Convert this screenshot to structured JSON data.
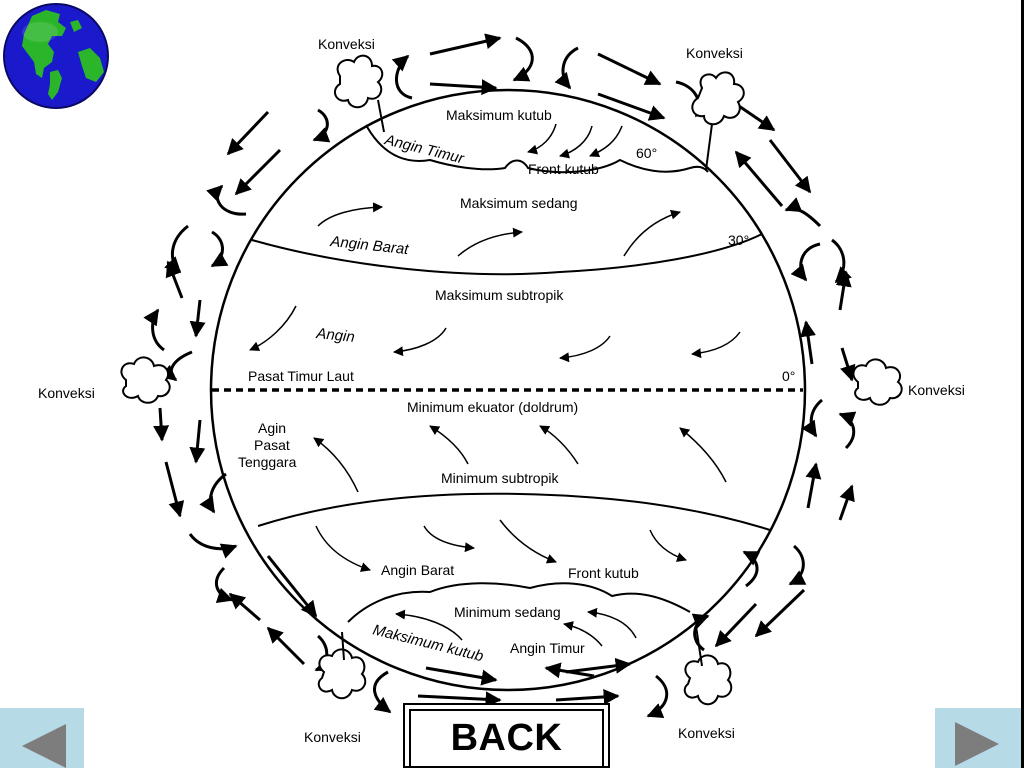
{
  "navigation": {
    "back_label": "BACK",
    "prev_icon": "triangle-left-icon",
    "next_icon": "triangle-right-icon",
    "button_color": "#b7dbe6",
    "arrow_color": "#7d7d7d"
  },
  "globe": {
    "icon": "globe-icon",
    "ocean_color": "#1a1acc",
    "land_color": "#2bb52b"
  },
  "diagram": {
    "convection": {
      "top_left": "Konveksi",
      "top_right": "Konveksi",
      "left": "Konveksi",
      "right": "Konveksi",
      "bottom_left": "Konveksi",
      "bottom_right": "Konveksi"
    },
    "north_polar": {
      "pressure": "Maksimum kutub",
      "wind": "Angin Timur",
      "front": "Front kutub",
      "latitude": "60°"
    },
    "north_temperate": {
      "pressure": "Maksimum sedang",
      "wind": "Angin Barat",
      "latitude": "30°"
    },
    "north_subtropic": {
      "pressure": "Maksimum subtropik",
      "wind_line1": "Angin",
      "wind_line2": "Pasat Timur Laut",
      "latitude": "0°"
    },
    "equator": {
      "pressure": "Minimum ekuator (doldrum)"
    },
    "south_subtropic": {
      "wind_line1": "Agin",
      "wind_line2": "Pasat",
      "wind_line3": "Tenggara",
      "pressure": "Minimum subtropik"
    },
    "south_temperate": {
      "wind": "Angin Barat",
      "front": "Front kutub",
      "pressure": "Minimum sedang"
    },
    "south_polar": {
      "wind": "Angin Timur",
      "pressure": "Maksimum kutub"
    }
  }
}
